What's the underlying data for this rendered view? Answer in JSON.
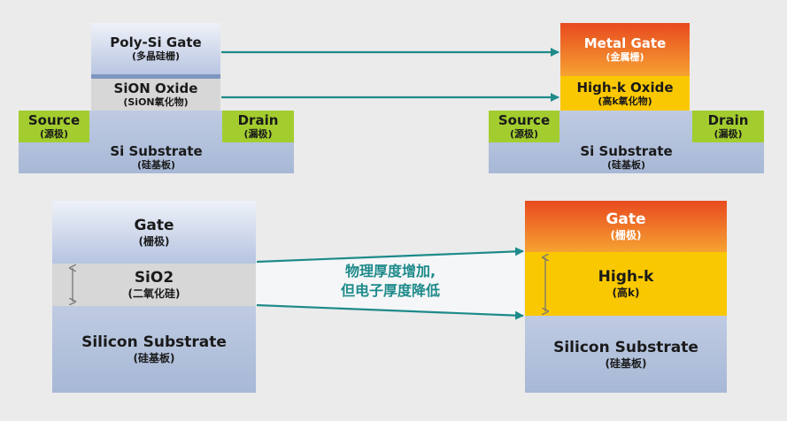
{
  "top_left": {
    "gate": {
      "title": "Poly-Si Gate",
      "sub": "(多晶硅栅)"
    },
    "oxide": {
      "title": "SiON Oxide",
      "sub": "(SiON氧化物)"
    },
    "source": {
      "title": "Source",
      "sub": "(源极)"
    },
    "drain": {
      "title": "Drain",
      "sub": "(漏极)"
    },
    "substrate": {
      "title": "Si Substrate",
      "sub": "(硅基板)"
    }
  },
  "top_right": {
    "gate": {
      "title": "Metal Gate",
      "sub": "(金属栅)"
    },
    "oxide": {
      "title": "High-k Oxide",
      "sub": "(高k氧化物)"
    },
    "source": {
      "title": "Source",
      "sub": "(源极)"
    },
    "drain": {
      "title": "Drain",
      "sub": "(漏极)"
    },
    "substrate": {
      "title": "Si Substrate",
      "sub": "(硅基板)"
    }
  },
  "bottom_left": {
    "gate": {
      "title": "Gate",
      "sub": "(栅极)"
    },
    "oxide": {
      "title": "SiO2",
      "sub": "(二氧化硅)"
    },
    "substrate": {
      "title": "Silicon Substrate",
      "sub": "(硅基板)"
    }
  },
  "bottom_right": {
    "gate": {
      "title": "Gate",
      "sub": "(栅极)"
    },
    "oxide": {
      "title": "High-k",
      "sub": "(高k)"
    },
    "substrate": {
      "title": "Silicon Substrate",
      "sub": "(硅基板)"
    }
  },
  "annotation": {
    "line1": "物理厚度增加,",
    "line2": "但电子厚度降低"
  },
  "colors": {
    "arrow": "#1e8a8a",
    "green": "#a3cd2f",
    "metal_top": "#e84a1f",
    "metal_bottom": "#f6a232",
    "highk": "#fac800",
    "substrate": "#b3c2dd",
    "oxide": "#d7d7d7"
  }
}
